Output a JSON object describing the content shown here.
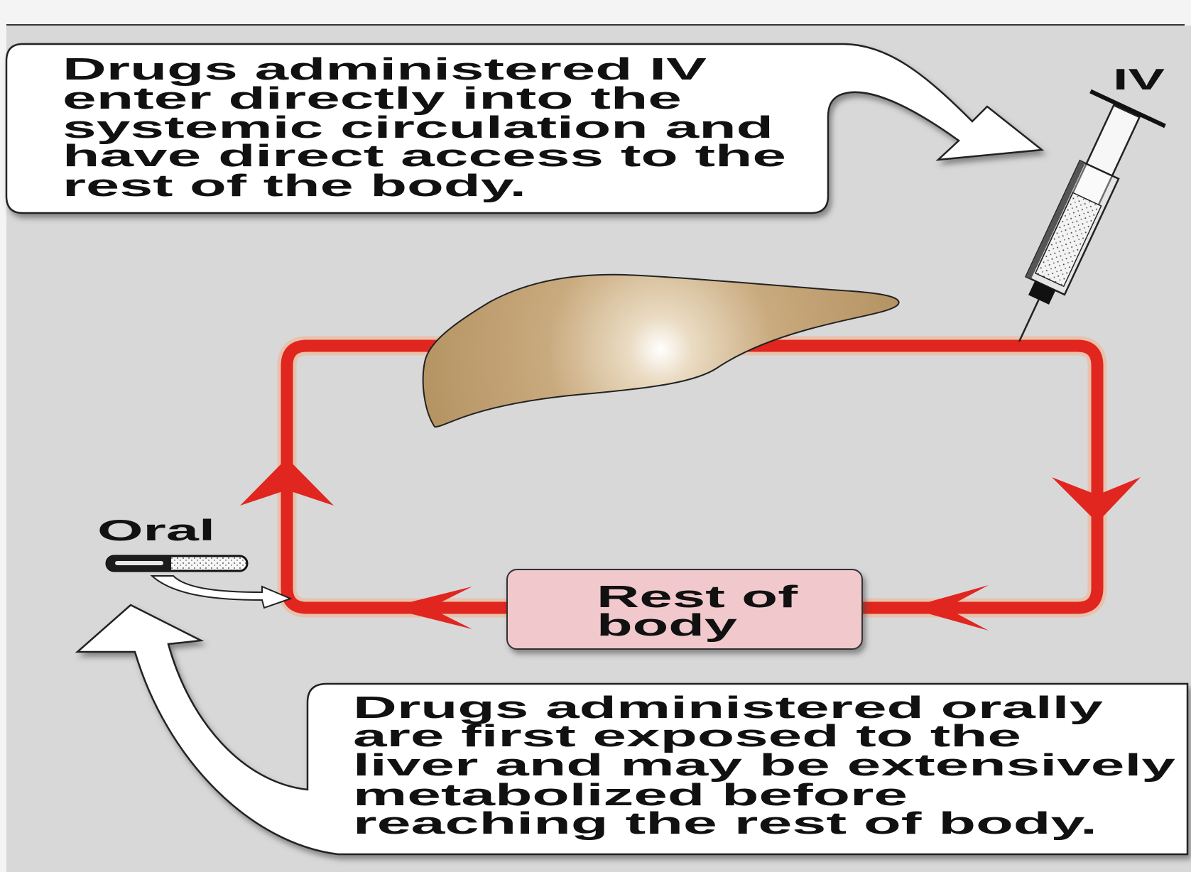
{
  "top_callout": {
    "lines": [
      "Drugs administered IV",
      "enter directly into the",
      "systemic circulation and",
      "have direct access to the",
      "rest of the body."
    ]
  },
  "iv_label": "IV",
  "oral_label": "Oral",
  "rest_of_body": {
    "lines": [
      "Rest of",
      "body"
    ]
  },
  "bottom_callout": {
    "lines": [
      "Drugs administered orally",
      "are first exposed to the",
      "liver and may be extensively",
      "metabolized before",
      "reaching the rest of body."
    ]
  },
  "icons": {
    "iv_route": "syringe-icon",
    "oral_route": "pill-icon",
    "organ": "liver-shape"
  },
  "colors": {
    "background": "#d8d8d8",
    "circulation": "#e0261f",
    "circulation_glow": "#f6b08a",
    "liver_light": "#ffffff",
    "liver_mid": "#c9aa7e",
    "liver_dark": "#b08e5d",
    "rest_of_body_fill": "#f1c9cd",
    "callout_fill": "#ffffff"
  }
}
